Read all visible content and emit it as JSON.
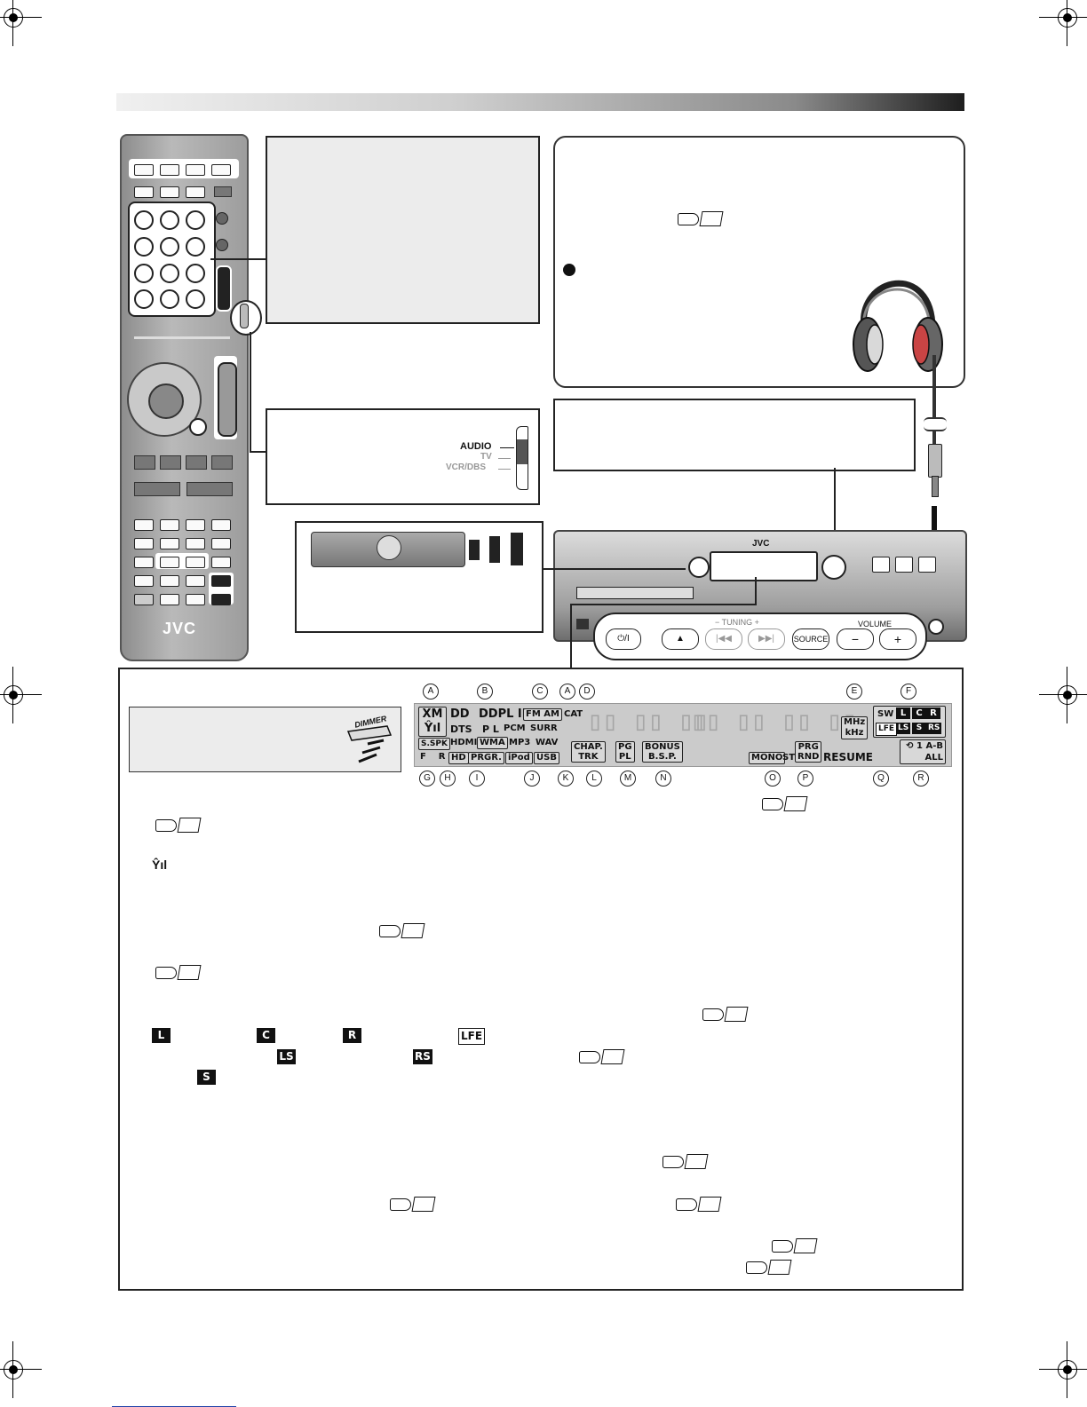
{
  "remote": {
    "brand": "JVC"
  },
  "switch_box": {
    "options": [
      "AUDIO",
      "TV",
      "VCR/DBS"
    ]
  },
  "front_panel": {
    "brand": "JVC",
    "tuning_label": "− TUNING +",
    "volume_label": "VOLUME",
    "source_label": "SOURCE",
    "power_label": "⏻/I",
    "minus_label": "−",
    "plus_label": "+"
  },
  "dimmer": {
    "label": "DIMMER"
  },
  "display": {
    "callouts_top": [
      "A",
      "B",
      "C",
      "A",
      "D",
      "E",
      "F"
    ],
    "callouts_bottom": [
      "G",
      "H",
      "I",
      "J",
      "K",
      "L",
      "M",
      "N",
      "O",
      "P",
      "Q",
      "R"
    ],
    "xm": "XM",
    "dd": "DD",
    "ddpl": "DDPL II",
    "fm_am": "FM AM",
    "cat": "CAT",
    "dts": "DTS",
    "pl": "P L",
    "pcm": "PCM",
    "surr": "SURR",
    "sspk": "S.SPK",
    "f_r": "F    R",
    "hdmi": "HDMI",
    "wma": "WMA",
    "mp3": "MP3",
    "wav": "WAV",
    "hd": "HD",
    "prgr": "PRGR.",
    "ipod": "iPod",
    "usb": "USB",
    "chap": "CHAP.",
    "trk": "TRK",
    "pg": "PG",
    "pl2": "PL",
    "bonus": "BONUS",
    "bsp": "B.S.P.",
    "mono": "MONO",
    "st": "ST",
    "prg": "PRG",
    "rnd": "RND",
    "resume": "RESUME",
    "mhz": "MHz",
    "khz": "kHz",
    "sw": "SW",
    "ch_l": "L",
    "ch_c": "C",
    "ch_r": "R",
    "lfe": "LFE",
    "ls": "LS",
    "s": "S",
    "rs": "RS",
    "repeat": "1 A-B",
    "all": "ALL"
  },
  "legend_badges": {
    "l": "L",
    "c": "C",
    "r": "R",
    "lfe": "LFE",
    "ls": "LS",
    "rs": "RS",
    "s": "S"
  }
}
